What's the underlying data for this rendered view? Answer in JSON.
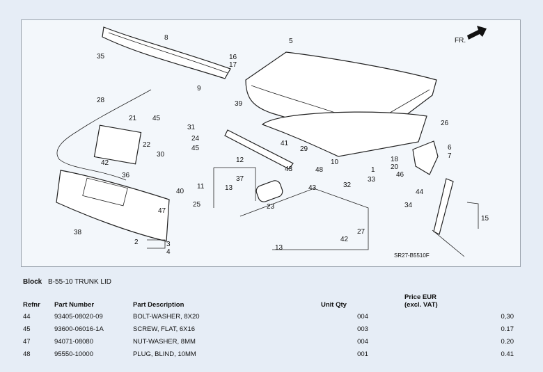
{
  "diagram": {
    "callouts": [
      "8",
      "35",
      "16",
      "17",
      "5",
      "9",
      "FR.",
      "28",
      "39",
      "21",
      "45",
      "31",
      "26",
      "24",
      "22",
      "30",
      "45",
      "6",
      "7",
      "41",
      "29",
      "18",
      "20",
      "42",
      "12",
      "43",
      "48",
      "10",
      "1",
      "46",
      "33",
      "36",
      "37",
      "13",
      "11",
      "40",
      "32",
      "44",
      "23",
      "43",
      "34",
      "25",
      "47",
      "15",
      "38",
      "2",
      "3",
      "4",
      "13",
      "27",
      "42"
    ],
    "code": "SR27-B5510F"
  },
  "block": {
    "label": "Block",
    "value": "B-55-10 TRUNK LID"
  },
  "table": {
    "headers": {
      "refnr": "Refnr",
      "part_number": "Part Number",
      "part_description": "Part Description",
      "unit_qty": "Unit Qty",
      "price_line1": "Price EUR",
      "price_line2": "(excl. VAT)"
    },
    "rows": [
      {
        "refnr": "44",
        "part_number": "93405-08020-09",
        "part_description": "BOLT-WASHER, 8X20",
        "unit_qty": "004",
        "price": "0,30"
      },
      {
        "refnr": "45",
        "part_number": "93600-06016-1A",
        "part_description": "SCREW, FLAT, 6X16",
        "unit_qty": "003",
        "price": "0.17"
      },
      {
        "refnr": "47",
        "part_number": "94071-08080",
        "part_description": "NUT-WASHER, 8MM",
        "unit_qty": "004",
        "price": "0.20"
      },
      {
        "refnr": "48",
        "part_number": "95550-10000",
        "part_description": "PLUG, BLIND, 10MM",
        "unit_qty": "001",
        "price": "0.41"
      }
    ]
  }
}
